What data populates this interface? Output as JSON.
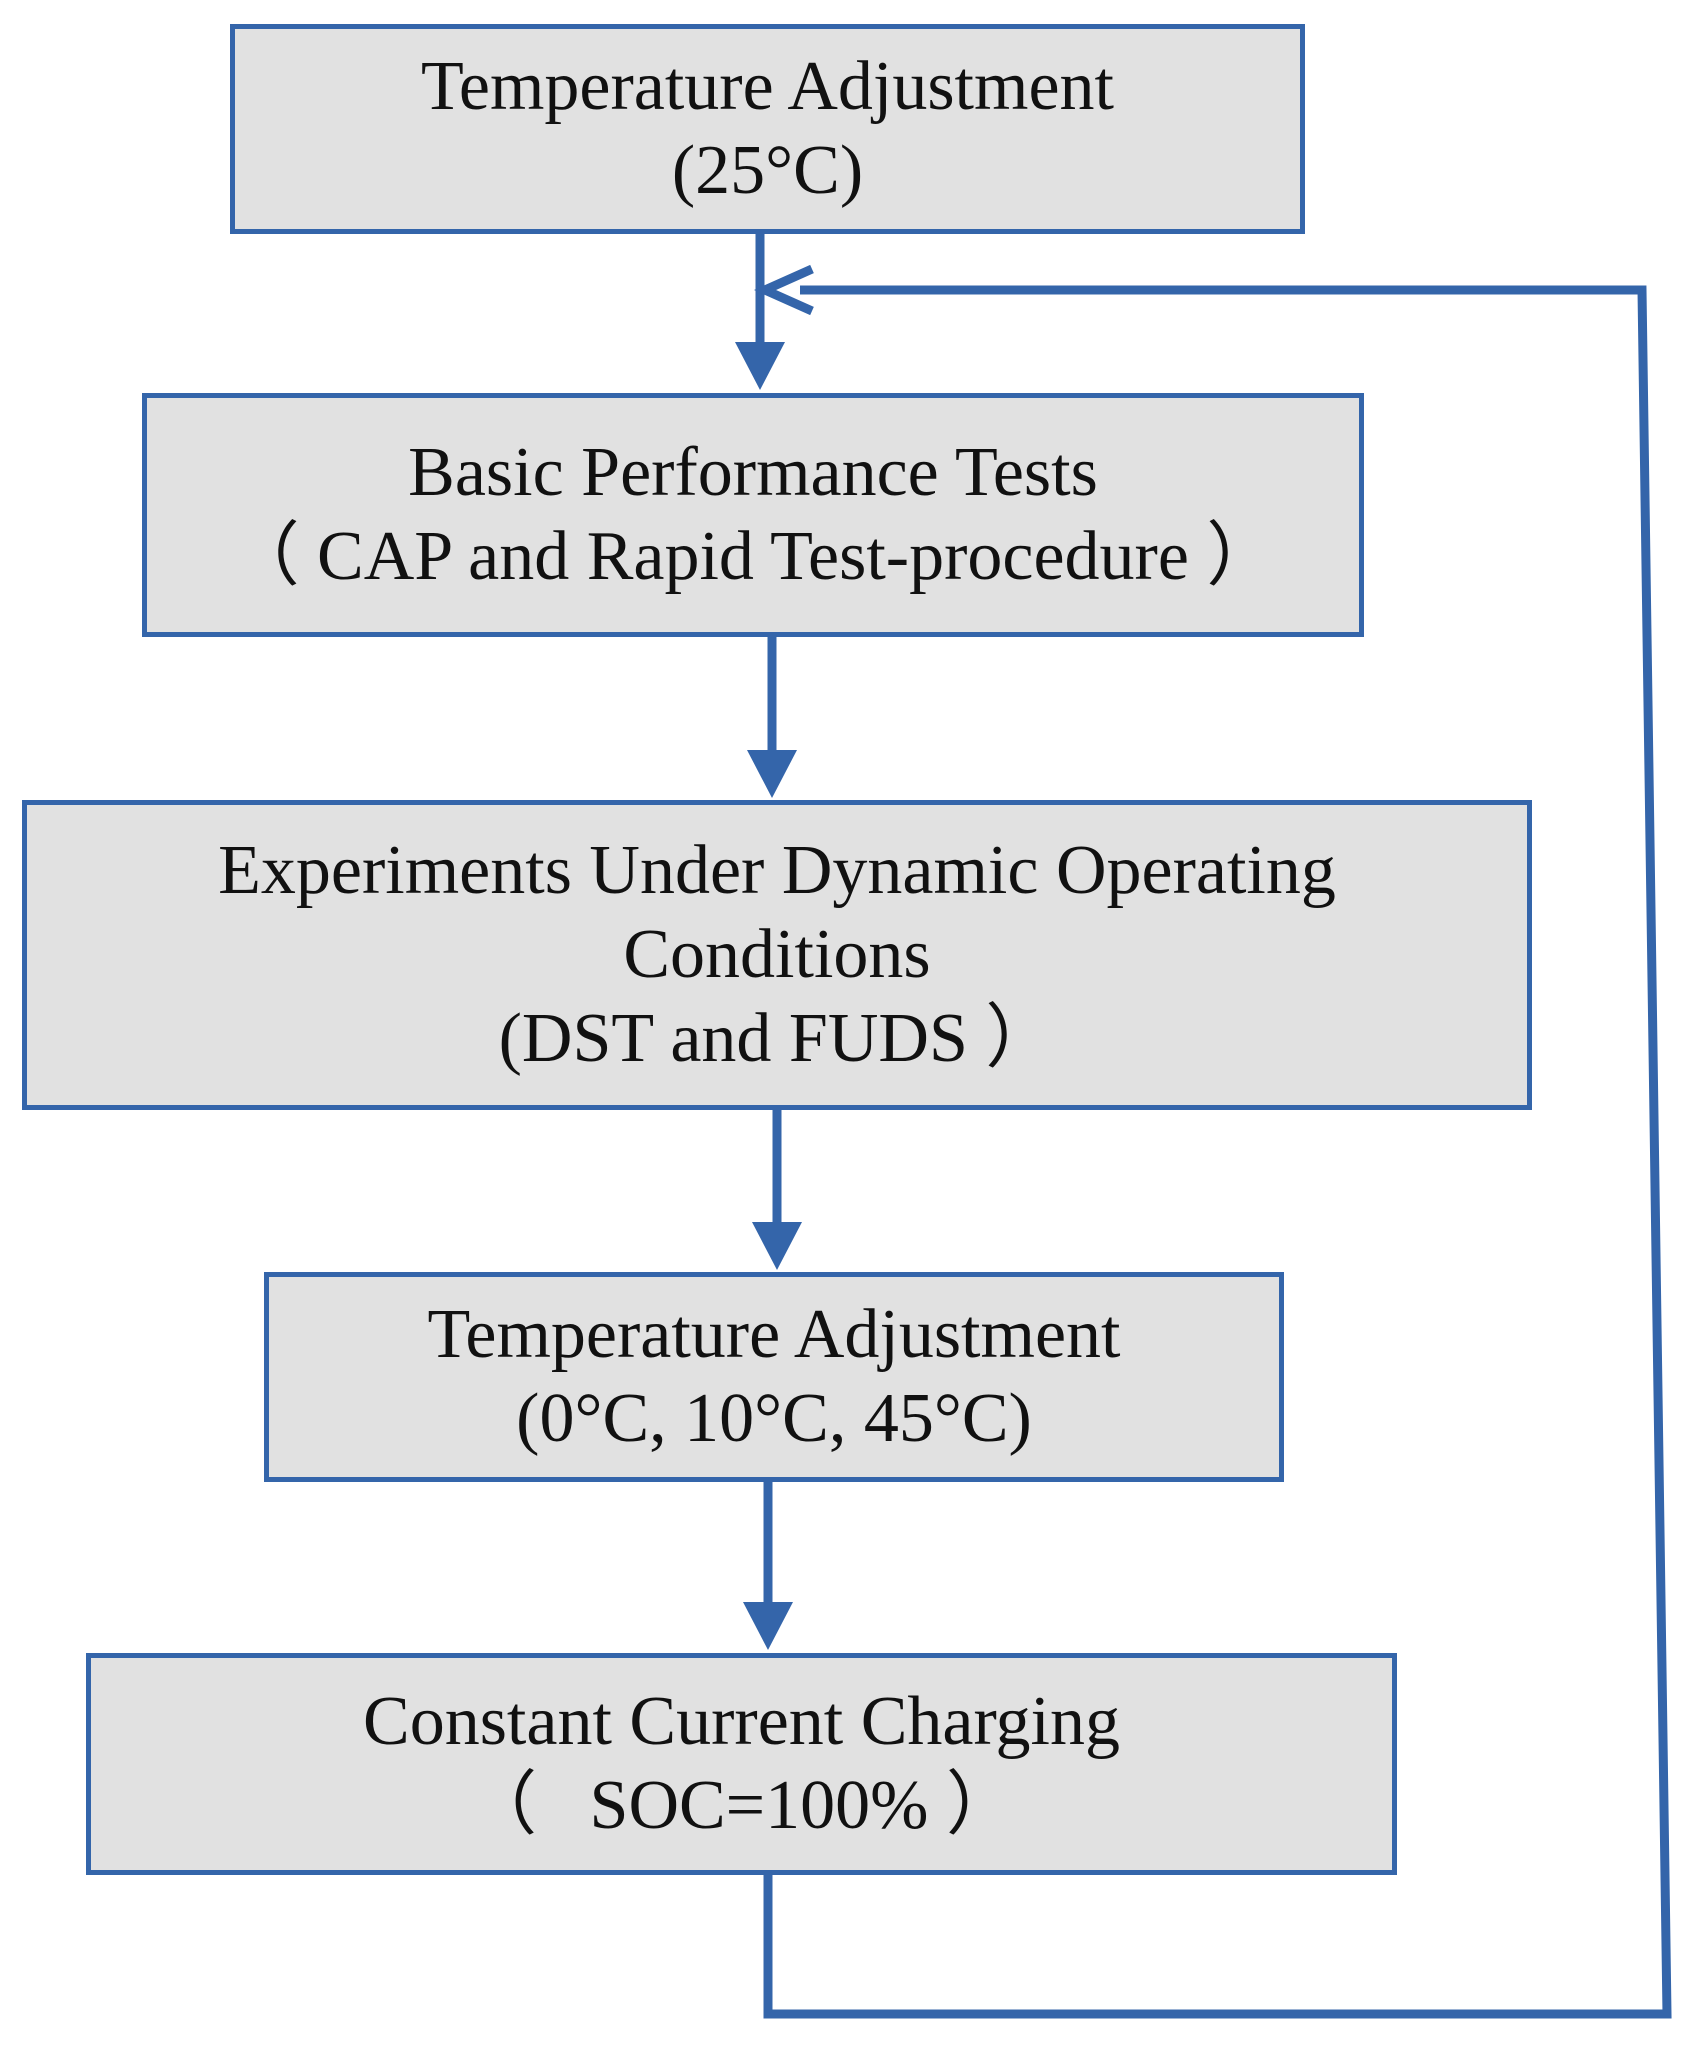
{
  "colors": {
    "stroke": "#3465aa",
    "box_fill": "#e1e1e1",
    "text": "#111111"
  },
  "steps": [
    {
      "line1": "Temperature Adjustment",
      "line2": "(25°C)"
    },
    {
      "line1": "Basic Performance Tests",
      "line2": "（ CAP and Rapid Test-procedure ）"
    },
    {
      "line1": "Experiments Under Dynamic Operating",
      "line2": "Conditions",
      "line3": "(DST and FUDS ）"
    },
    {
      "line1": "Temperature Adjustment",
      "line2": "(0°C, 10°C, 45°C)"
    },
    {
      "line1": "Constant Current Charging",
      "line2": "（   SOC=100% ）"
    }
  ]
}
